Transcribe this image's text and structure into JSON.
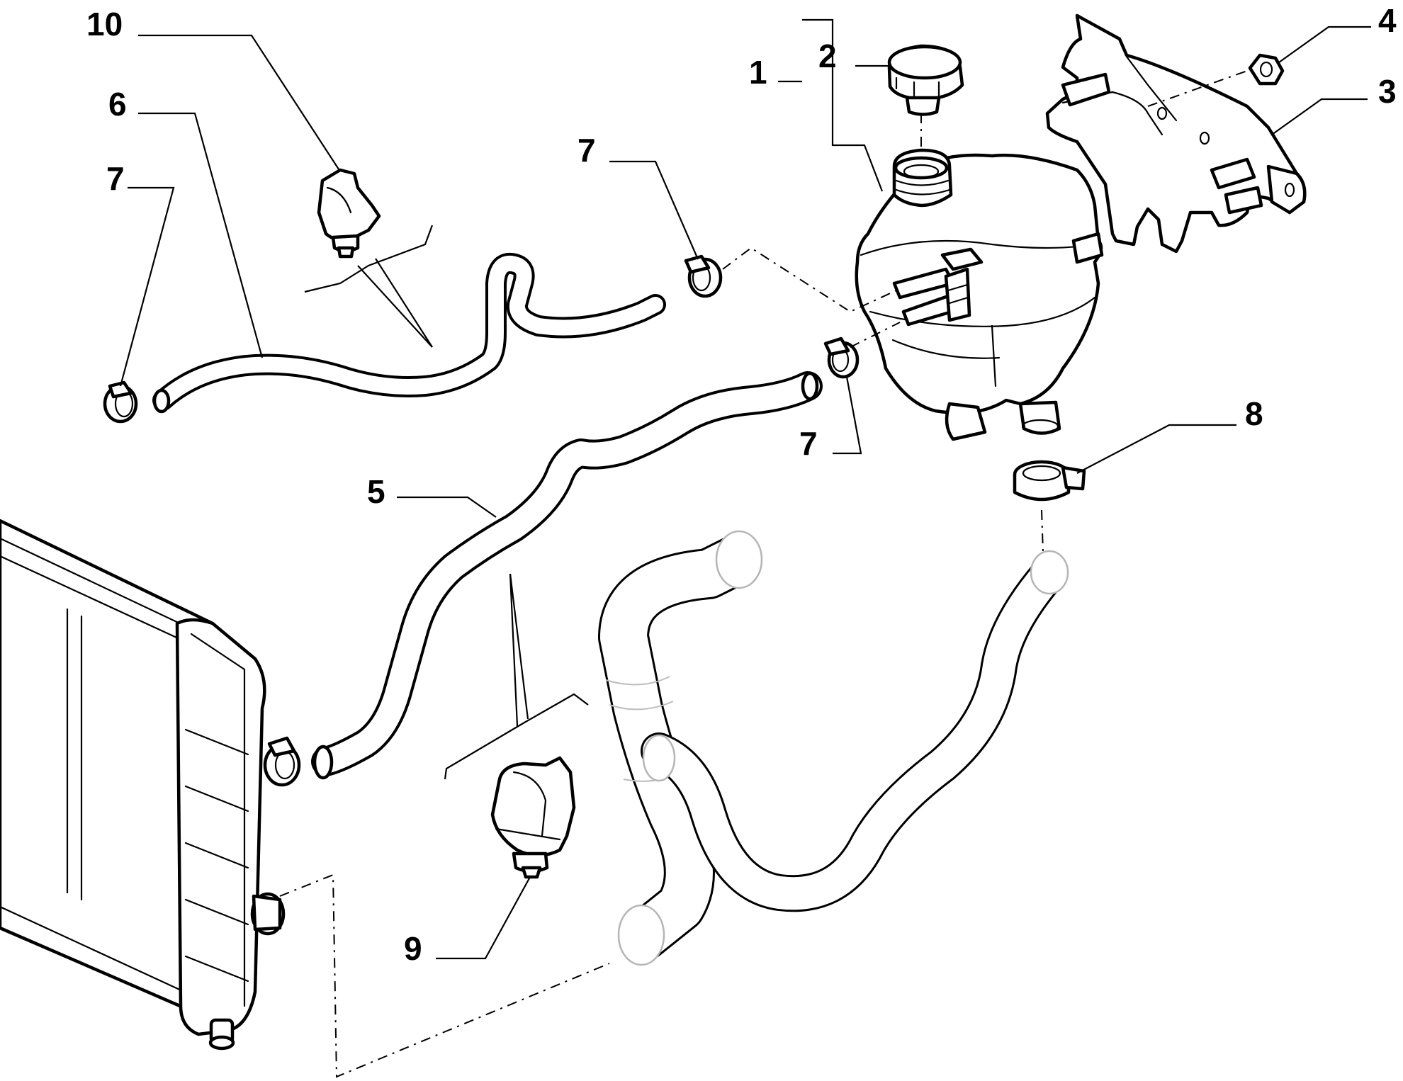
{
  "diagram": {
    "callouts": [
      {
        "id": "1",
        "label": "1"
      },
      {
        "id": "2",
        "label": "2"
      },
      {
        "id": "3",
        "label": "3"
      },
      {
        "id": "4",
        "label": "4"
      },
      {
        "id": "5",
        "label": "5"
      },
      {
        "id": "6",
        "label": "6"
      },
      {
        "id": "7a",
        "label": "7"
      },
      {
        "id": "7b",
        "label": "7"
      },
      {
        "id": "7c",
        "label": "7"
      },
      {
        "id": "8",
        "label": "8"
      },
      {
        "id": "9",
        "label": "9"
      },
      {
        "id": "10",
        "label": "10"
      }
    ],
    "colors": {
      "line": "#000000",
      "ghost": "#b5b5b5",
      "background": "#ffffff"
    }
  }
}
